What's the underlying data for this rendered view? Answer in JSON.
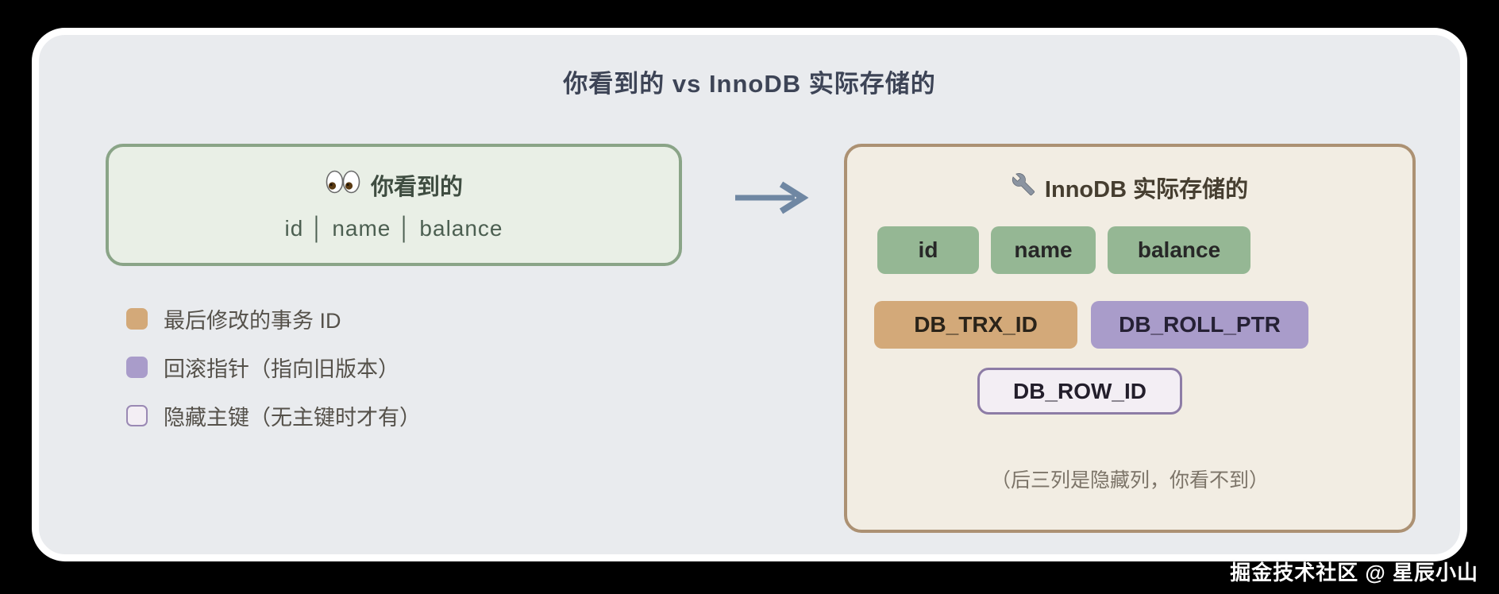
{
  "title": "你看到的 vs InnoDB 实际存储的",
  "visible_box": {
    "icon": "eyes-icon",
    "title": "你看到的",
    "columns_line": "id │ name │ balance"
  },
  "stored_box": {
    "icon": "wrench-icon",
    "title": "InnoDB 实际存储的",
    "visible_columns": [
      "id",
      "name",
      "balance"
    ],
    "hidden_columns": [
      "DB_TRX_ID",
      "DB_ROLL_PTR",
      "DB_ROW_ID"
    ],
    "note": "（后三列是隐藏列，你看不到）"
  },
  "legend": {
    "items": [
      {
        "label": "最后修改的事务 ID",
        "swatch": "#d3a979",
        "swatch_border": "#d3a979"
      },
      {
        "label": "回滚指针（指向旧版本）",
        "swatch": "#a99cca",
        "swatch_border": "#a99cca"
      },
      {
        "label": "隐藏主键（无主键时才有）",
        "swatch": "#f3eef4",
        "swatch_border": "#9a89b4"
      }
    ]
  },
  "watermark": "掘金技术社区 @ 星辰小山",
  "colors": {
    "canvas_bg": "#000000",
    "card_bg": "#e9ebee",
    "card_border": "#ffffff",
    "title_text": "#3d4456",
    "visible_box_bg": "#e9efe6",
    "visible_box_border": "#8aa487",
    "arrow": "#6f87a3",
    "stored_box_bg": "#f2ede3",
    "stored_box_border": "#ac9173",
    "chip_green": "#95b794",
    "chip_tan": "#d3a979",
    "chip_purple": "#a99cca",
    "chip_rowid_bg": "#f3eef4",
    "chip_rowid_border": "#8d7ca6",
    "note_text": "#7c7468",
    "legend_text": "#55514a"
  }
}
